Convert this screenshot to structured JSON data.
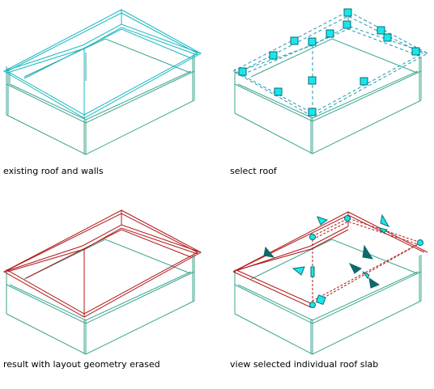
{
  "panels": [
    {
      "caption": "existing roof and walls"
    },
    {
      "caption": "select roof"
    },
    {
      "caption": "result with layout geometry erased"
    },
    {
      "caption": "view selected individual roof slab"
    }
  ],
  "colors": {
    "wall": "#2aa89a",
    "roof_cyan": "#1ab8c0",
    "roof_red": "#b01818",
    "grip": "#19e6ec",
    "grip_dark": "#0d6a6c",
    "dashed": "#1a9ab0"
  }
}
